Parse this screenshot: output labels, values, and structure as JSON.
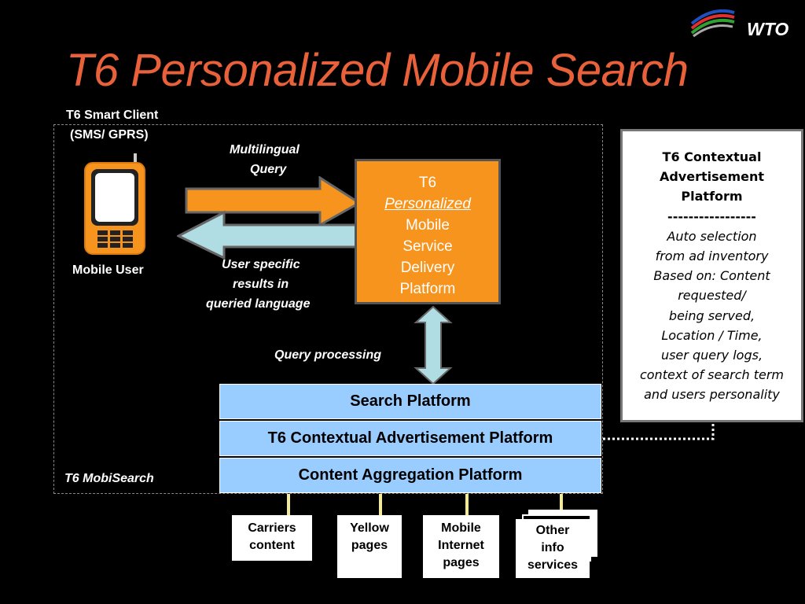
{
  "header": {
    "title": "T6 Personalized Mobile Search",
    "logo_text": "WTO"
  },
  "client": {
    "label_line1": "T6 Smart Client",
    "label_line2": "(SMS/ GPRS)",
    "mobile_user": "Mobile User",
    "mobisearch": "T6 MobiSearch"
  },
  "arrows": {
    "query_line1": "Multilingual",
    "query_line2": "Query",
    "results_line1": "User specific",
    "results_line2": "results in",
    "results_line3": "queried language",
    "processing": "Query processing"
  },
  "delivery": {
    "line1": "T6",
    "line2": "Personalized",
    "line3": "Mobile",
    "line4": "Service",
    "line5": "Delivery",
    "line6": "Platform"
  },
  "platforms": {
    "search": "Search Platform",
    "contextual": "T6 Contextual Advertisement Platform",
    "aggregation": "Content Aggregation Platform"
  },
  "ad_platform": {
    "heading": "T6 Contextual\nAdvertisement\nPlatform\n-----------------",
    "body": "Auto selection\nfrom ad inventory\nBased on: Content\nrequested/\nbeing served,\nLocation / Time,\nuser query logs,\ncontext of search term\nand users personality"
  },
  "sources": {
    "carriers": "Carriers\ncontent",
    "yellow": "Yellow\npages",
    "internet": "Mobile\nInternet\npages",
    "other": "Other\ninfo\nservices"
  },
  "colors": {
    "title": "#e8613a",
    "orange": "#f7941d",
    "platform_blue": "#99ccff",
    "return_arrow": "#b0dde4",
    "connector_yellow": "#f3e99a"
  }
}
